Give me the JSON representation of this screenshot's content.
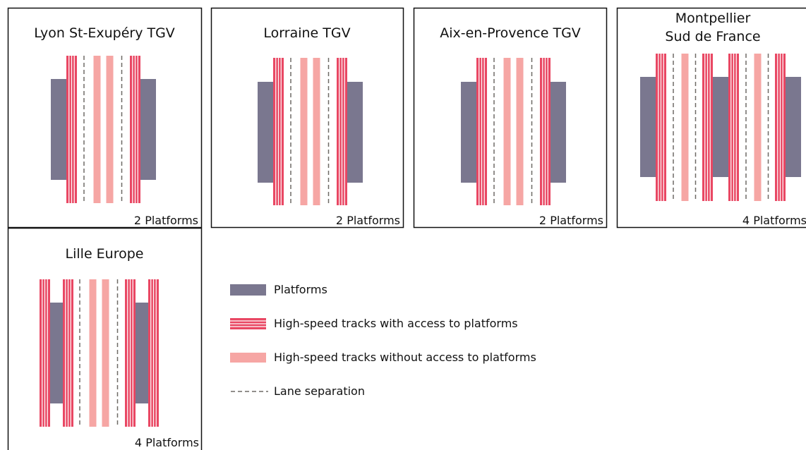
{
  "colors": {
    "platform": "#7a778f",
    "track_access": "#e94763",
    "track_no_access": "#f6a6a4",
    "separator": "#6f6a66",
    "frame": "#111111"
  },
  "stations": [
    {
      "id": "lyon",
      "title_lines": [
        "Lyon St-Exupéry TGV"
      ],
      "platform_count": "2 Platforms",
      "layout": [
        "platform",
        "track_access",
        "separator",
        "track_no_access",
        "track_no_access",
        "separator",
        "track_access",
        "platform"
      ]
    },
    {
      "id": "lorraine",
      "title_lines": [
        "Lorraine TGV"
      ],
      "platform_count": "2 Platforms",
      "layout": [
        "platform",
        "track_access",
        "separator",
        "track_no_access",
        "track_no_access",
        "separator",
        "track_access",
        "platform"
      ]
    },
    {
      "id": "aix",
      "title_lines": [
        "Aix-en-Provence TGV"
      ],
      "platform_count": "2 Platforms",
      "layout": [
        "platform",
        "track_access",
        "separator",
        "track_no_access",
        "track_no_access",
        "separator",
        "track_access",
        "platform"
      ]
    },
    {
      "id": "montpellier",
      "title_lines": [
        "Montpellier",
        "Sud de France"
      ],
      "platform_count": "4 Platforms",
      "layout": [
        "platform",
        "track_access",
        "separator",
        "track_no_access",
        "separator",
        "track_access",
        "platform",
        "track_access",
        "separator",
        "track_no_access",
        "separator",
        "track_access",
        "platform"
      ]
    },
    {
      "id": "lille",
      "title_lines": [
        "Lille Europe"
      ],
      "platform_count": "4 Platforms",
      "layout": [
        "track_access",
        "platform",
        "track_access",
        "separator",
        "track_no_access",
        "track_no_access",
        "separator",
        "track_access",
        "platform",
        "track_access"
      ]
    }
  ],
  "legend": [
    {
      "key": "platform",
      "label": "Platforms"
    },
    {
      "key": "track_access",
      "label": "High-speed tracks with access to platforms"
    },
    {
      "key": "track_no_access",
      "label": "High-speed tracks without access to platforms"
    },
    {
      "key": "separator",
      "label": "Lane separation"
    }
  ]
}
